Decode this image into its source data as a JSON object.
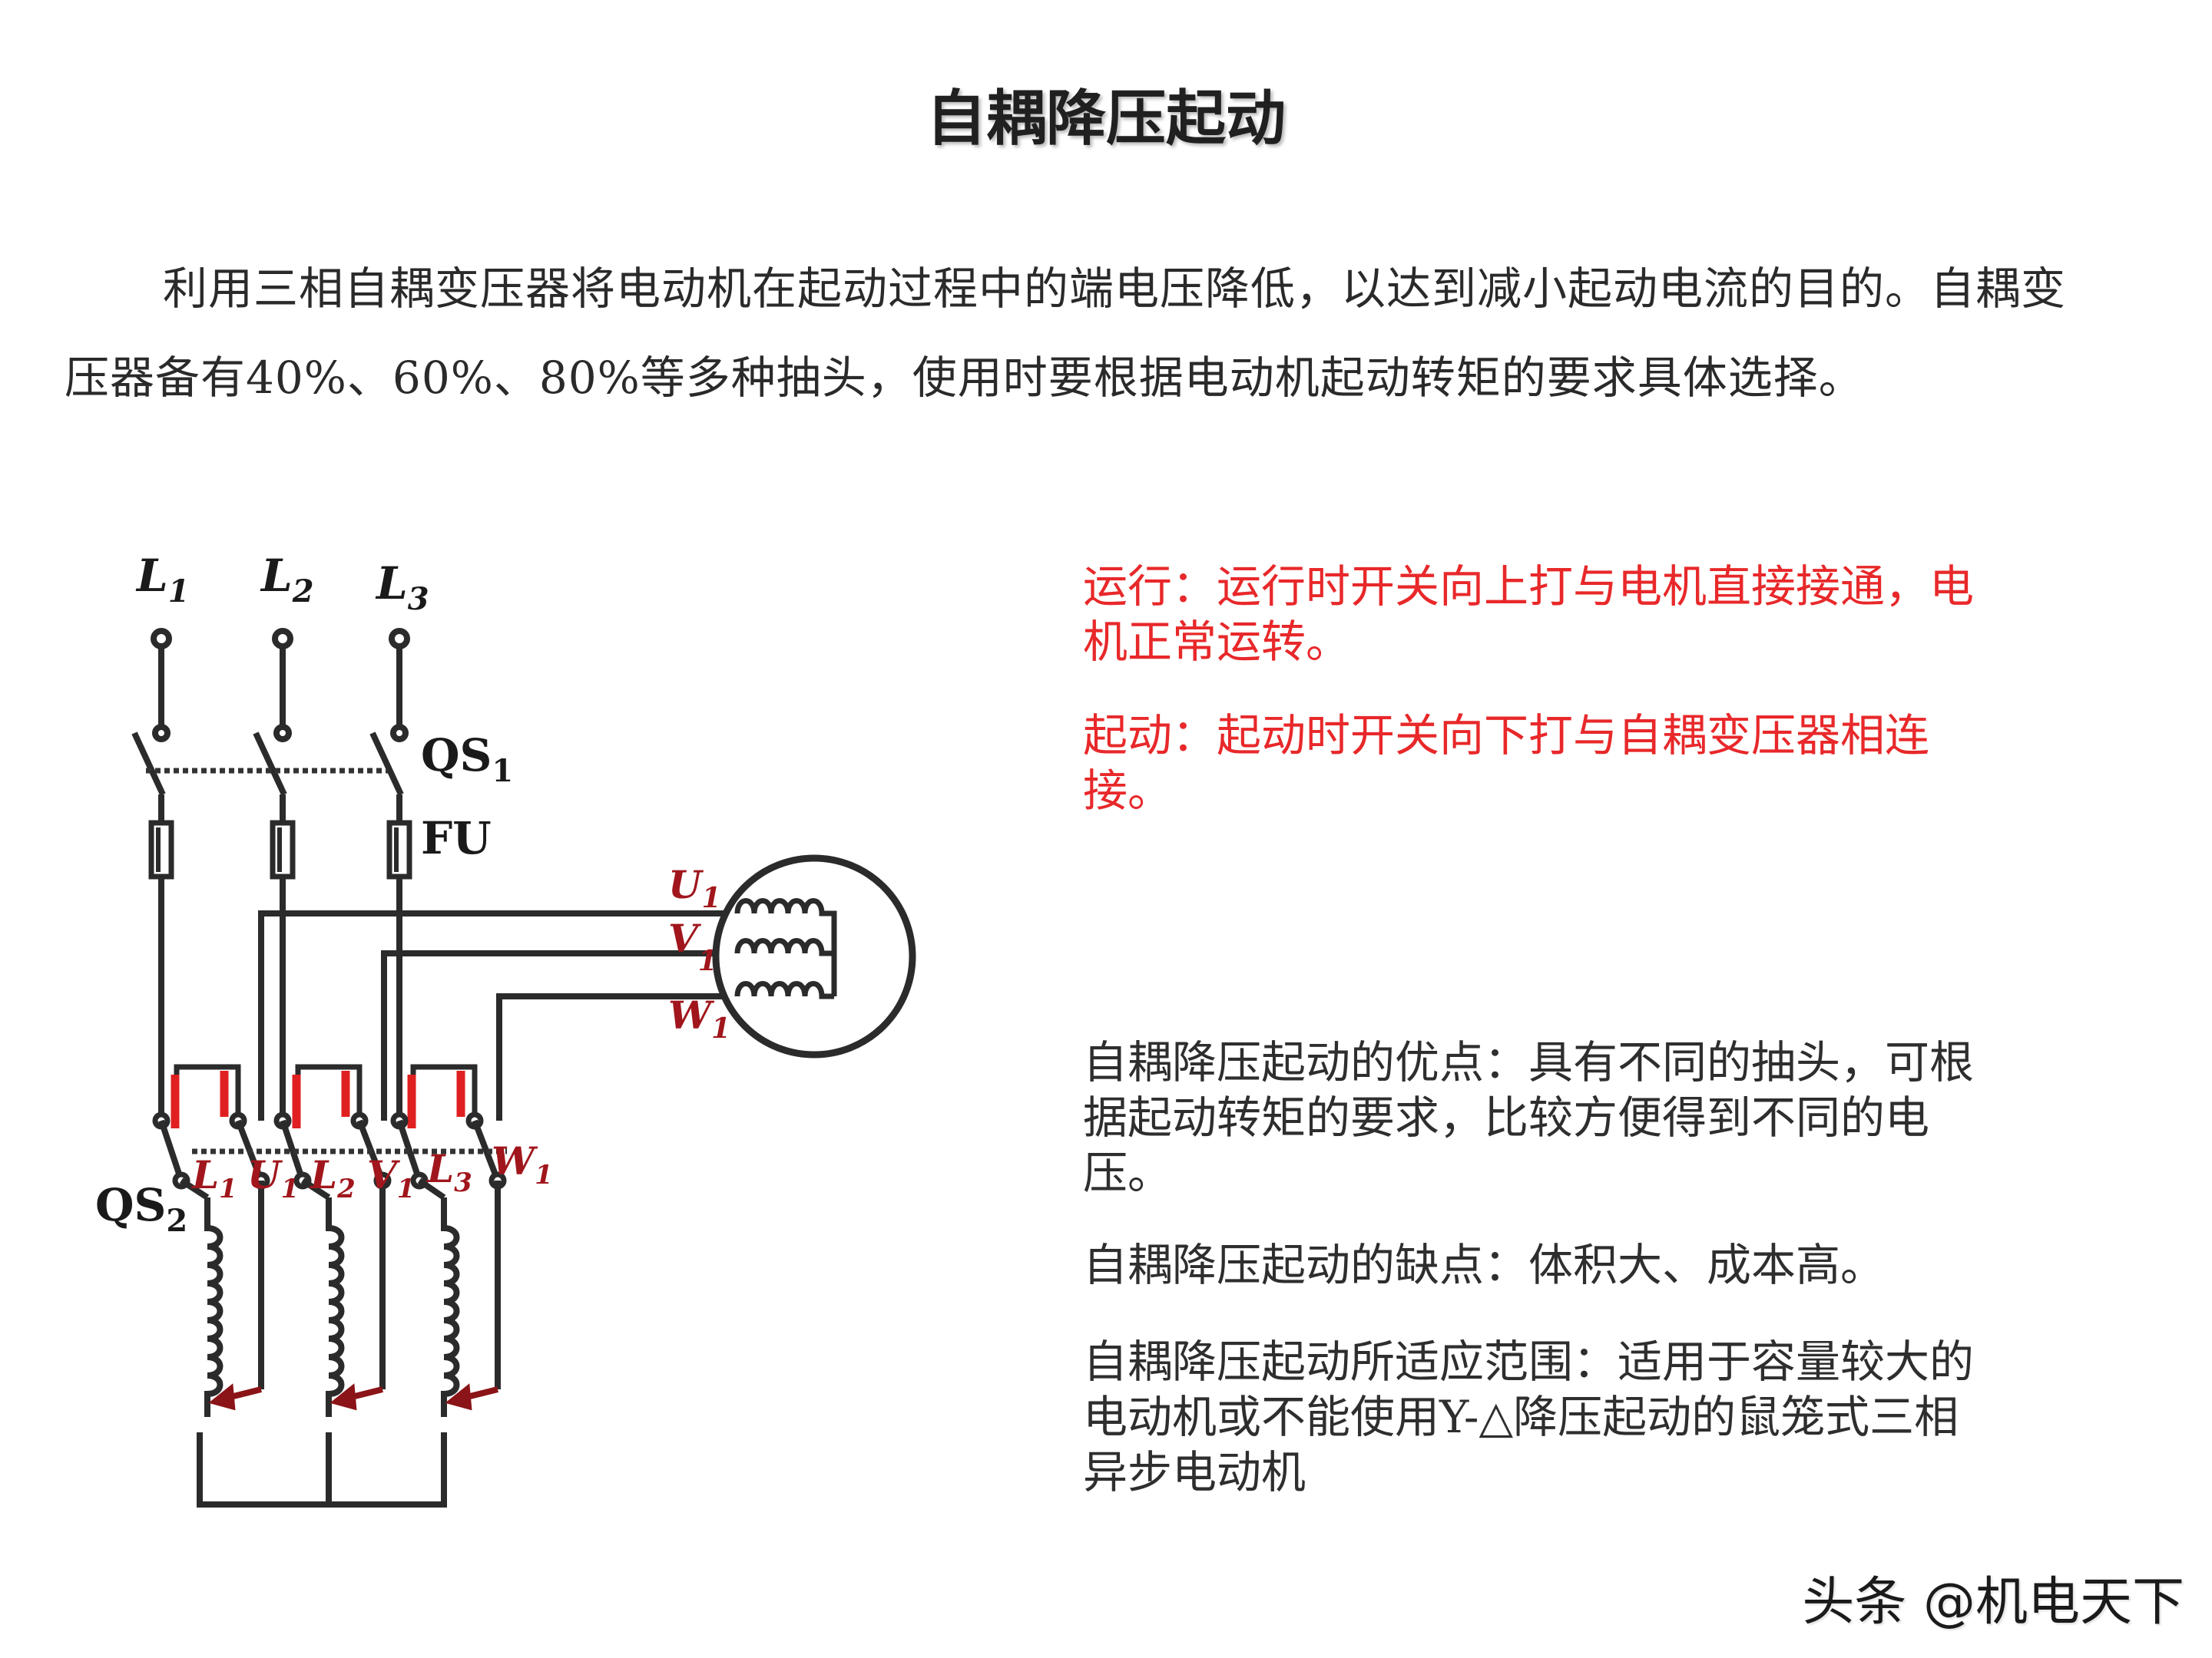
{
  "title": "自耦降压起动",
  "intro": "利用三相自耦变压器将电动机在起动过程中的端电压降低，以达到减小起动电流的目的。自耦变压器备有40%、60%、80%等多种抽头，使用时要根据电动机起动转矩的要求具体选择。",
  "notes": {
    "run": "运行：运行时开关向上打与电机直接接通，电机正常运转。",
    "start": "起动：起动时开关向下打与自耦变压器相连接。",
    "advantage": "自耦降压起动的优点：具有不同的抽头，可根据起动转矩的要求，比较方便得到不同的电压。",
    "disadvantage": "自耦降压起动的缺点：体积大、成本高。",
    "scope": "自耦降压起动所适应范围：适用于容量较大的电动机或不能使用Y-△降压起动的鼠笼式三相异步电动机"
  },
  "diagram": {
    "phases": [
      {
        "main": "L",
        "sub": "1"
      },
      {
        "main": "L",
        "sub": "2"
      },
      {
        "main": "L",
        "sub": "3"
      }
    ],
    "switch1": {
      "main": "QS",
      "sub": "1"
    },
    "fuse": "FU",
    "switch2": {
      "main": "QS",
      "sub": "2"
    },
    "motor_terminals": [
      {
        "main": "U",
        "sub": "1"
      },
      {
        "main": "V",
        "sub": "1"
      },
      {
        "main": "W",
        "sub": "1"
      }
    ],
    "contact_labels": [
      {
        "main": "L",
        "sub": "1"
      },
      {
        "main": "U",
        "sub": "1"
      },
      {
        "main": "L",
        "sub": "2"
      },
      {
        "main": "V",
        "sub": "1"
      },
      {
        "main": "L",
        "sub": "3"
      },
      {
        "main": "W",
        "sub": "1"
      }
    ],
    "colors": {
      "wire": "#2b2b2b",
      "accent": "#e02020",
      "label_red": "#a0161c"
    }
  },
  "watermark": "头条 @机电天下"
}
